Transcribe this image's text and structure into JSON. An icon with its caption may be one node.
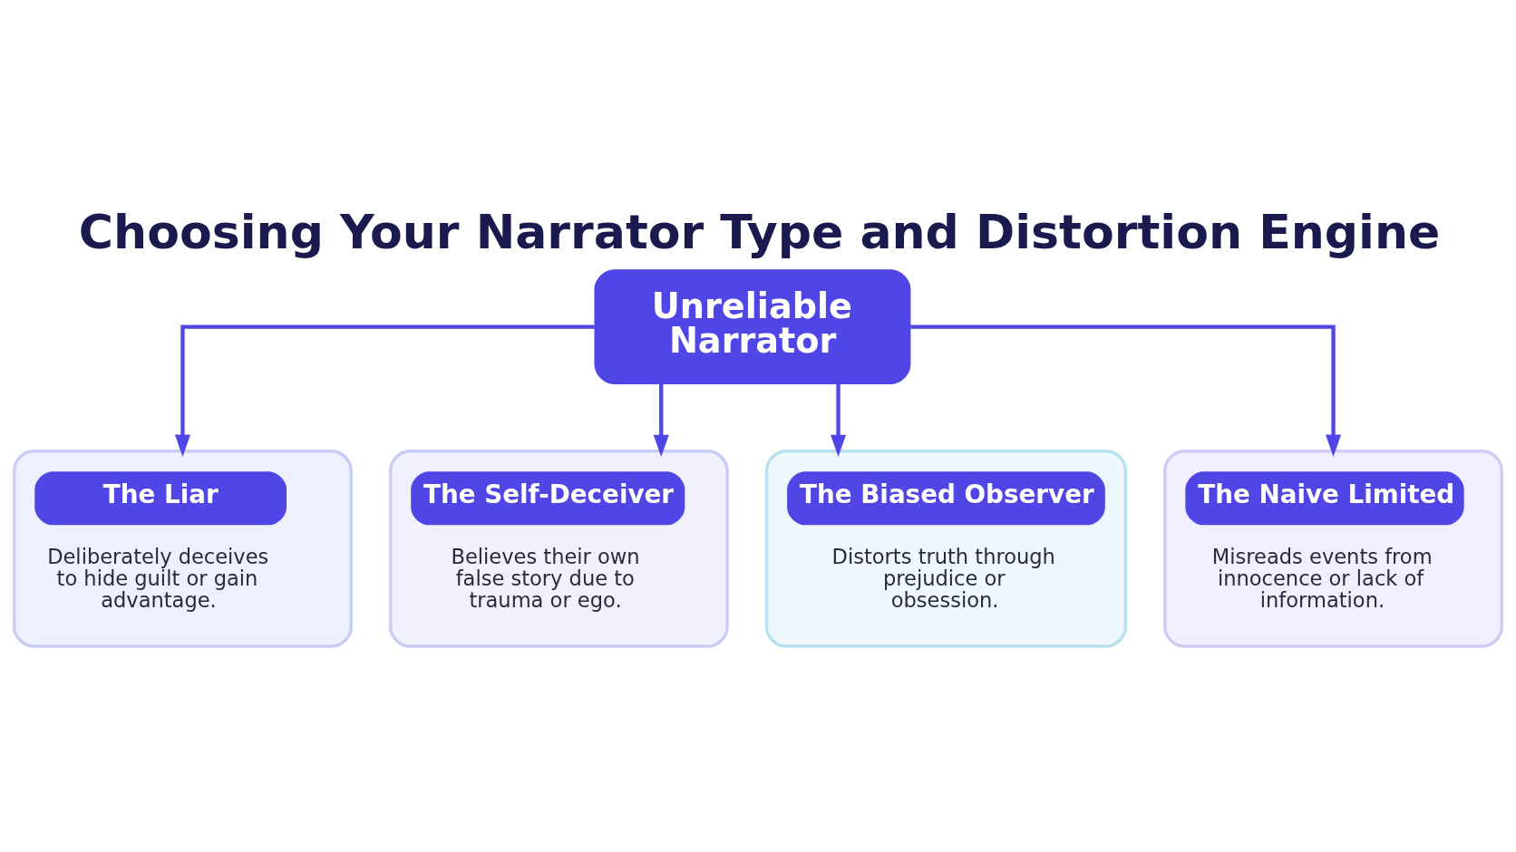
{
  "diagram": {
    "title": "Choosing Your Narrator Type and Distortion Engine",
    "nodes": [
      {
        "text": [
          "Unreliable Narrator"
        ]
      },
      {
        "text": [
          "The Liar",
          "Deliberately deceives to hide guilt or gain advantage."
        ]
      },
      {
        "text": [
          "The Self-Deceiver",
          "Believes their own false story due to trauma or ego."
        ]
      },
      {
        "text": [
          "The Biased Observer",
          "Distorts truth through prejudice or obsession."
        ]
      },
      {
        "text": [
          "The Naive Limited",
          "Misreads events from innocence or lack of information."
        ]
      }
    ],
    "edges": [
      {
        "from": 0,
        "to": 1,
        "arrow": "to"
      },
      {
        "from": 0,
        "to": 2,
        "arrow": "to"
      },
      {
        "from": 0,
        "to": 3,
        "arrow": "to"
      },
      {
        "from": 0,
        "to": 4,
        "arrow": "to"
      }
    ]
  }
}
